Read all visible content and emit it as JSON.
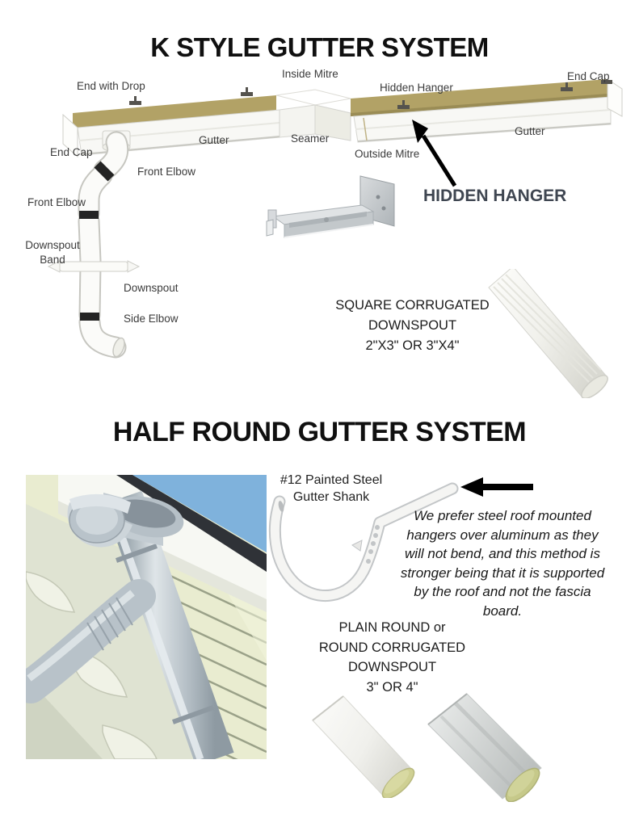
{
  "k_style": {
    "title": "K STYLE GUTTER SYSTEM",
    "labels": {
      "end_with_drop": "End with Drop",
      "inside_mitre": "Inside Mitre",
      "hidden_hanger": "Hidden Hanger",
      "end_cap_right": "End Cap",
      "gutter_left": "Gutter",
      "seamer": "Seamer",
      "outside_mitre": "Outside Mitre",
      "gutter_right": "Gutter",
      "end_cap_left": "End Cap",
      "front_elbow_right": "Front Elbow",
      "front_elbow_left": "Front Elbow",
      "downspout_band": "Downspout Band",
      "downspout": "Downspout",
      "side_elbow": "Side Elbow"
    },
    "hanger_callout": "HIDDEN HANGER",
    "square_downspout_caption": [
      "SQUARE CORRUGATED",
      "DOWNSPOUT",
      "2\"X3\" OR 3\"X4\""
    ]
  },
  "half_round": {
    "title": "HALF ROUND GUTTER SYSTEM",
    "shank_label": [
      "#12 Painted Steel",
      "Gutter Shank"
    ],
    "note_lines": [
      "We prefer steel roof mounted",
      "hangers over aluminum as they",
      "will not bend, and this method is",
      "stronger being that it is supported",
      "by the roof and not the fascia",
      "board."
    ],
    "round_downspout_caption": [
      "PLAIN ROUND or",
      "ROUND CORRUGATED",
      "DOWNSPOUT",
      "3\" OR 4\""
    ]
  },
  "colors": {
    "title_text": "#101010",
    "label_text": "#3b3b3b",
    "callout_text": "#3f4651",
    "arrow": "#000000",
    "gutter_backing_tan": "#b2a266",
    "gutter_white": "#f8f8f5"
  }
}
